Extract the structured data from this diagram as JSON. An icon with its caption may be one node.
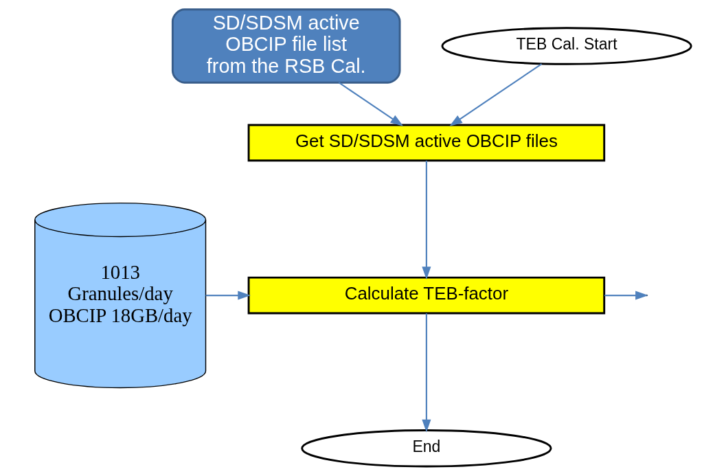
{
  "diagram": {
    "nodes": [
      {
        "text": [
          "SD/SDSM active OBCIP file list from the RSB Cal."
        ]
      },
      {
        "text": [
          "TEB Cal. Start"
        ]
      },
      {
        "text": [
          "Get SD/SDSM active OBCIP files"
        ]
      },
      {
        "text": [
          "1013 Granules/day OBCIP 18GB/day"
        ]
      },
      {
        "text": [
          "Calculate TEB-factor"
        ]
      },
      {
        "text": [
          "End"
        ]
      }
    ],
    "edges": [
      {
        "from": 0,
        "to": 2,
        "arrow": "to"
      },
      {
        "from": 1,
        "to": 2,
        "arrow": "to"
      },
      {
        "from": 2,
        "to": 4,
        "arrow": "to"
      },
      {
        "from": 3,
        "to": 4,
        "arrow": "to"
      },
      {
        "from": 4,
        "to": null,
        "arrow": "to"
      },
      {
        "from": 4,
        "to": 5,
        "arrow": "to"
      }
    ]
  }
}
